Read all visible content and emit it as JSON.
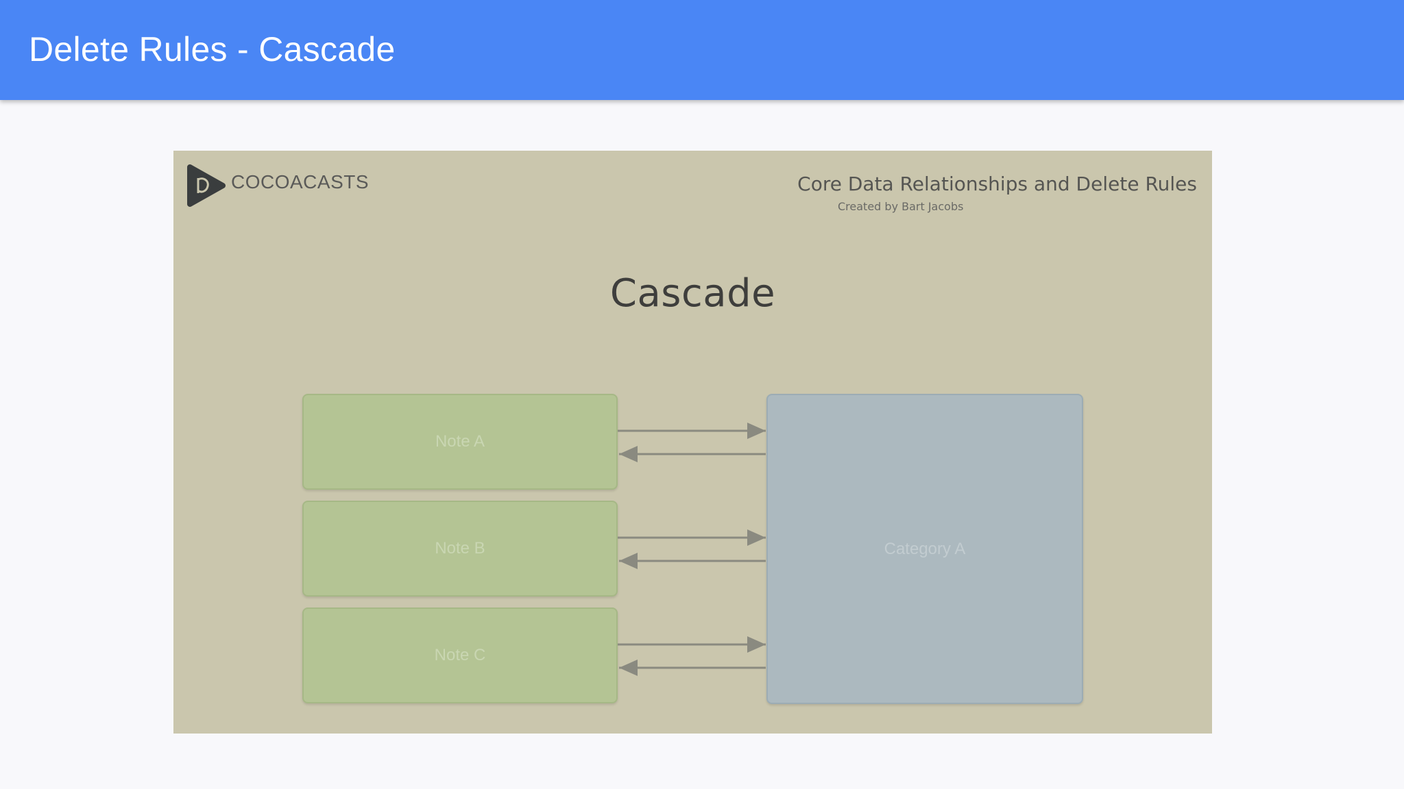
{
  "header": {
    "title": "Delete Rules - Cascade"
  },
  "slide": {
    "brand": "COCOACASTS",
    "logo_icon": "cocoacasts-logo-icon",
    "course_title": "Core Data Relationships and Delete Rules",
    "course_author": "Created by Bart Jacobs",
    "title": "Cascade",
    "notes": [
      {
        "label": "Note A"
      },
      {
        "label": "Note B"
      },
      {
        "label": "Note C"
      }
    ],
    "category": {
      "label": "Category A"
    }
  },
  "colors": {
    "header": "#4a86f5",
    "slide_background": "#cac6ad",
    "note_fill": "#b4c494",
    "category_fill": "#acb9bf",
    "arrow": "#8a8a80"
  }
}
